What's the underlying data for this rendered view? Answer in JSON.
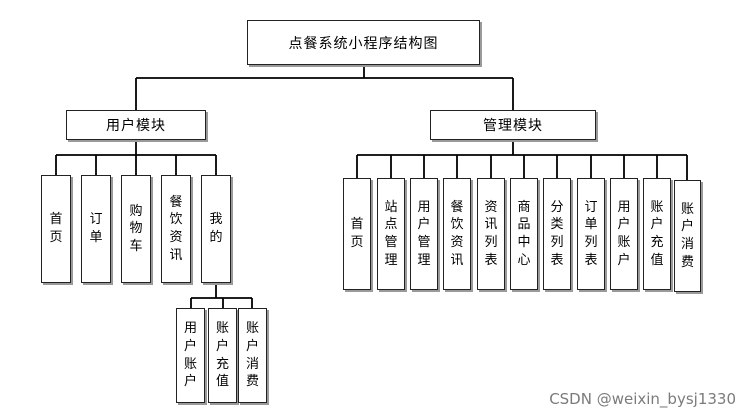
{
  "root": {
    "label": "点餐系统小程序结构图"
  },
  "branches": [
    {
      "label": "用户模块",
      "children": [
        "首页",
        "订单",
        "购物车",
        "餐饮资讯",
        "我的"
      ]
    },
    {
      "label": "管理模块",
      "children": [
        "首页",
        "站点管理",
        "用户管理",
        "餐饮资讯",
        "资讯列表",
        "商品中心",
        "分类列表",
        "订单列表",
        "用户账户",
        "账户充值",
        "账户消费"
      ]
    }
  ],
  "subbranch": {
    "parent": "我的",
    "children": [
      "用户账户",
      "账户充值",
      "账户消费"
    ]
  },
  "watermark": "CSDN @weixin_bysj1330"
}
